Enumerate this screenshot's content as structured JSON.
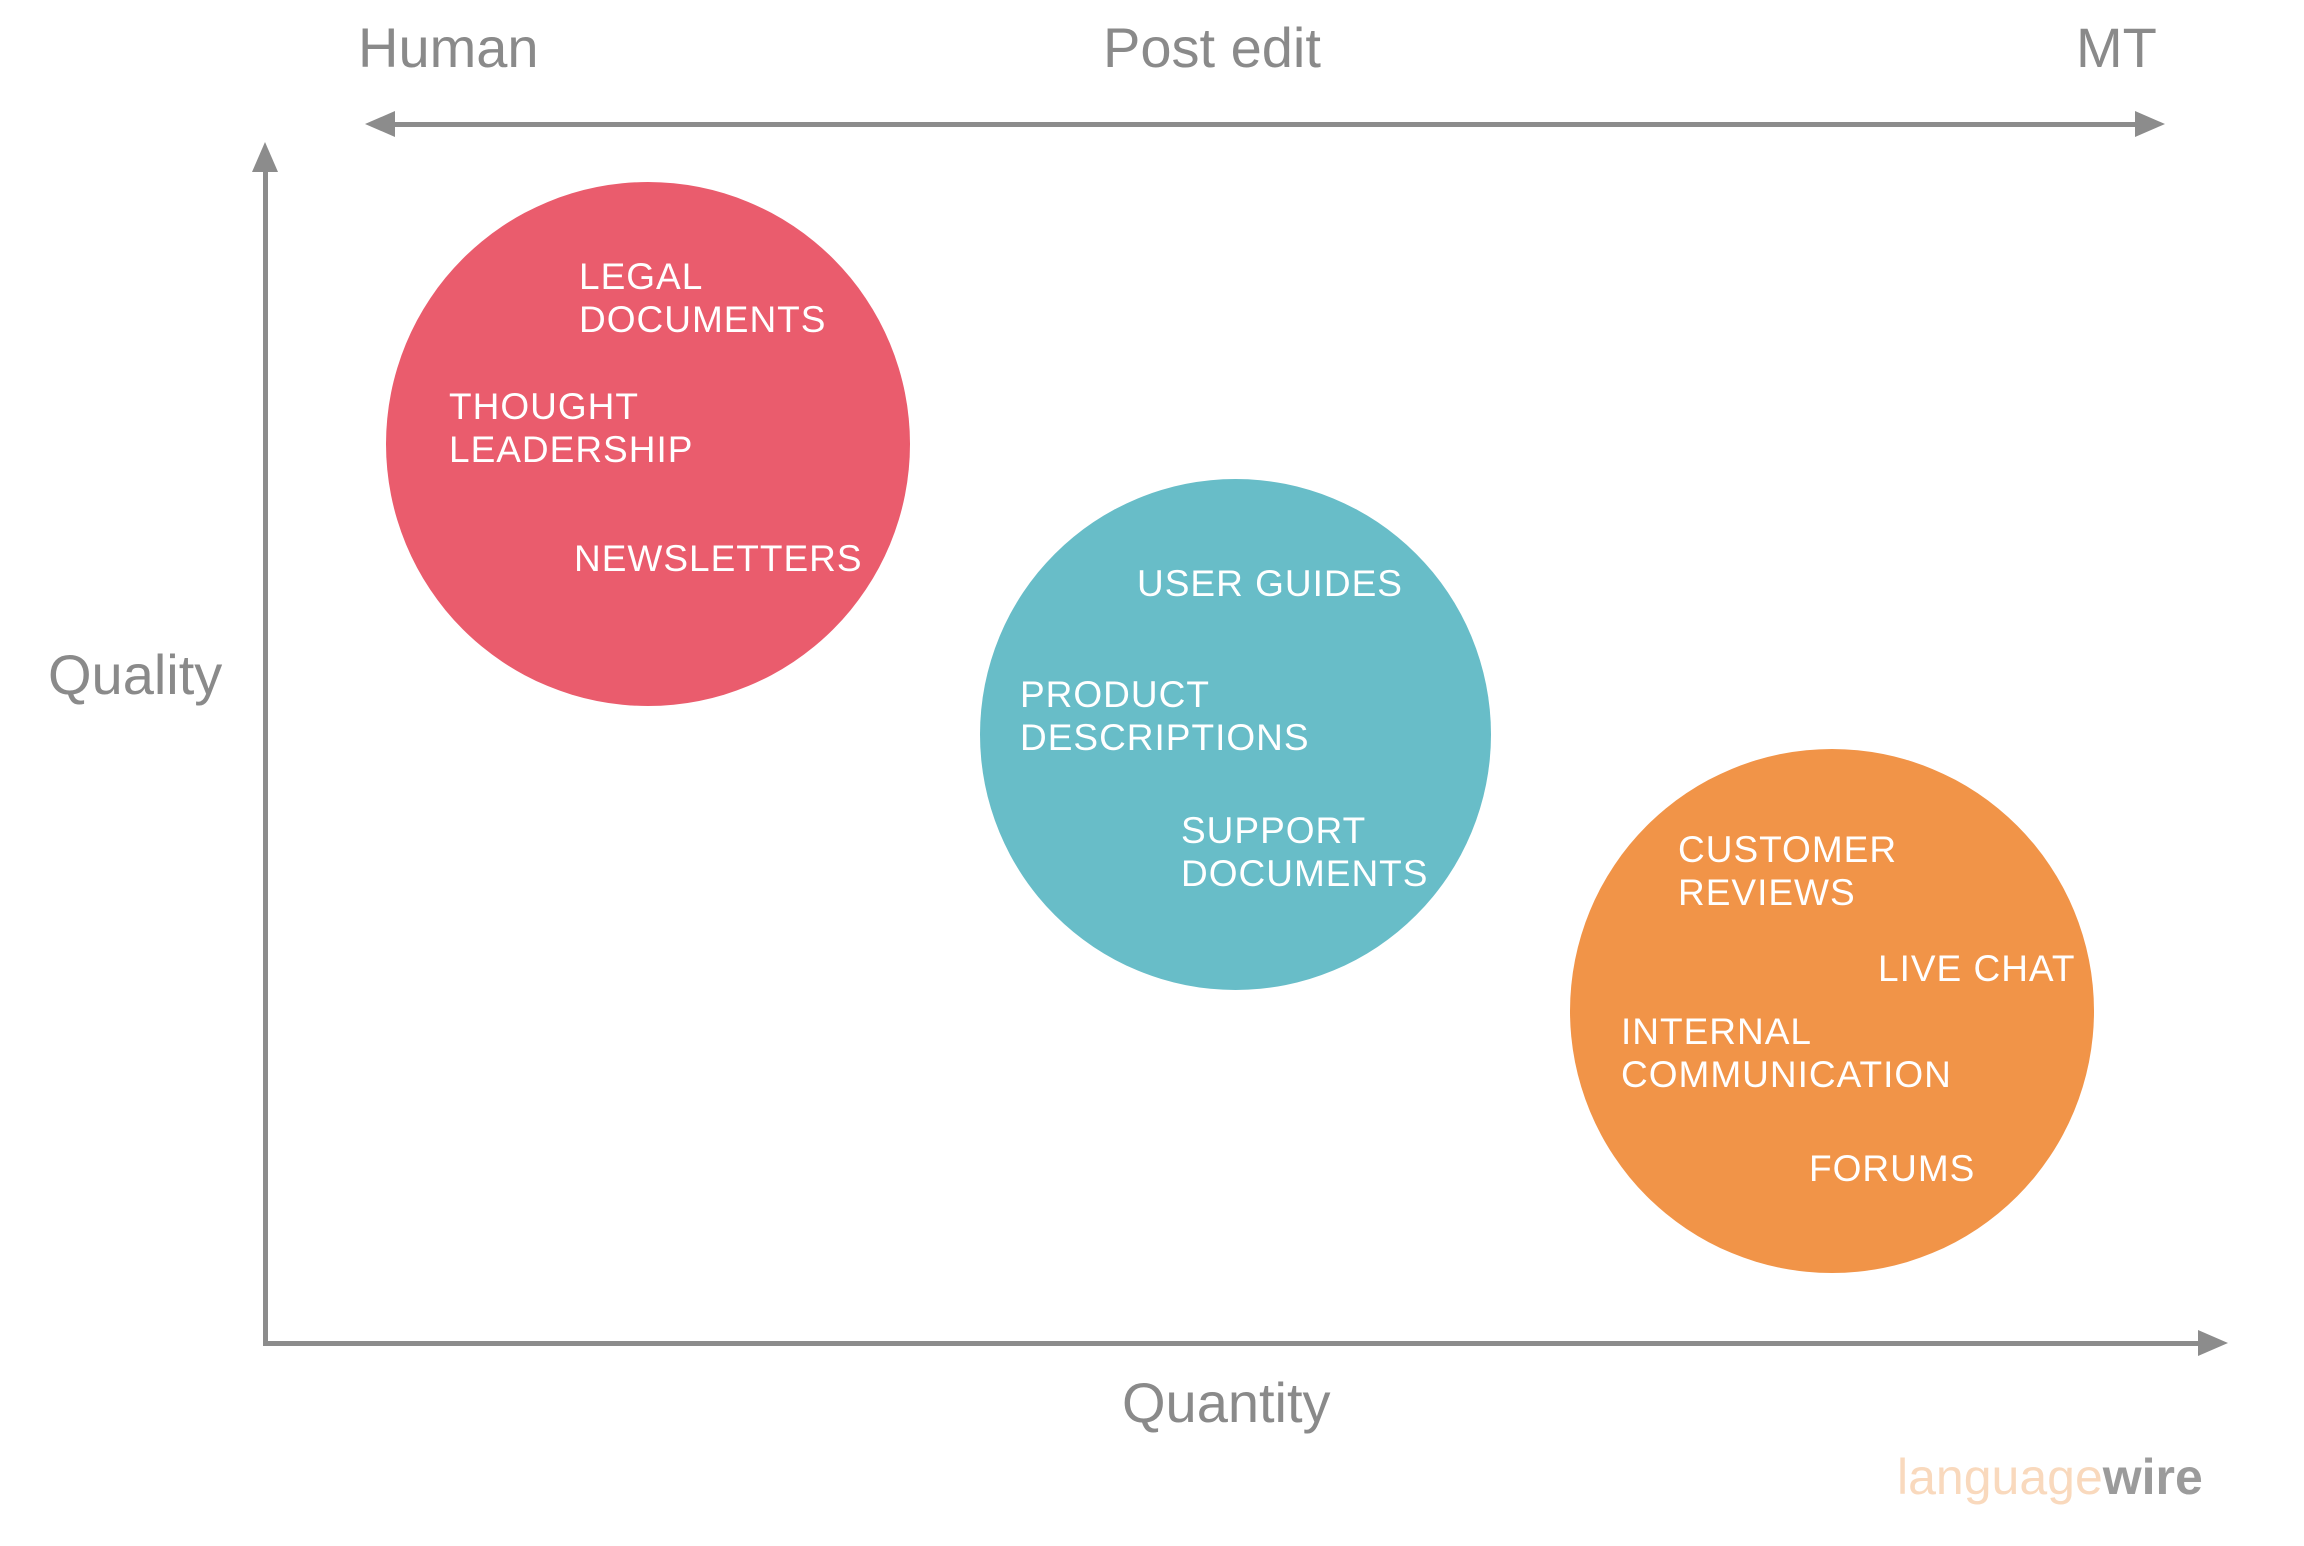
{
  "colors": {
    "axis": "#8c8c8c",
    "label_gray": "#8a8a8a",
    "bubble_red": "#ea5c6d",
    "bubble_teal": "#68bdc8",
    "bubble_orange": "#f19448",
    "bubble_text": "#ffffff",
    "logo_language": "#f9d9bd",
    "logo_wire": "#9b9b9b"
  },
  "scale": {
    "left": "Human",
    "center": "Post edit",
    "right": "MT"
  },
  "axes": {
    "y": "Quality",
    "x": "Quantity"
  },
  "bubbles": [
    {
      "id": "human-content",
      "color": "#ea5c6d",
      "labels": [
        {
          "text": "LEGAL\nDOCUMENTS"
        },
        {
          "text": "THOUGHT\nLEADERSHIP"
        },
        {
          "text": "NEWSLETTERS"
        }
      ]
    },
    {
      "id": "post-edit-content",
      "color": "#68bdc8",
      "labels": [
        {
          "text": "USER GUIDES"
        },
        {
          "text": "PRODUCT\nDESCRIPTIONS"
        },
        {
          "text": "SUPPORT\nDOCUMENTS"
        }
      ]
    },
    {
      "id": "mt-content",
      "color": "#f19448",
      "labels": [
        {
          "text": "CUSTOMER\nREVIEWS"
        },
        {
          "text": "LIVE CHAT"
        },
        {
          "text": "INTERNAL\nCOMMUNICATION"
        },
        {
          "text": "FORUMS"
        }
      ]
    }
  ],
  "logo": {
    "language": "language",
    "wire": "wire"
  }
}
